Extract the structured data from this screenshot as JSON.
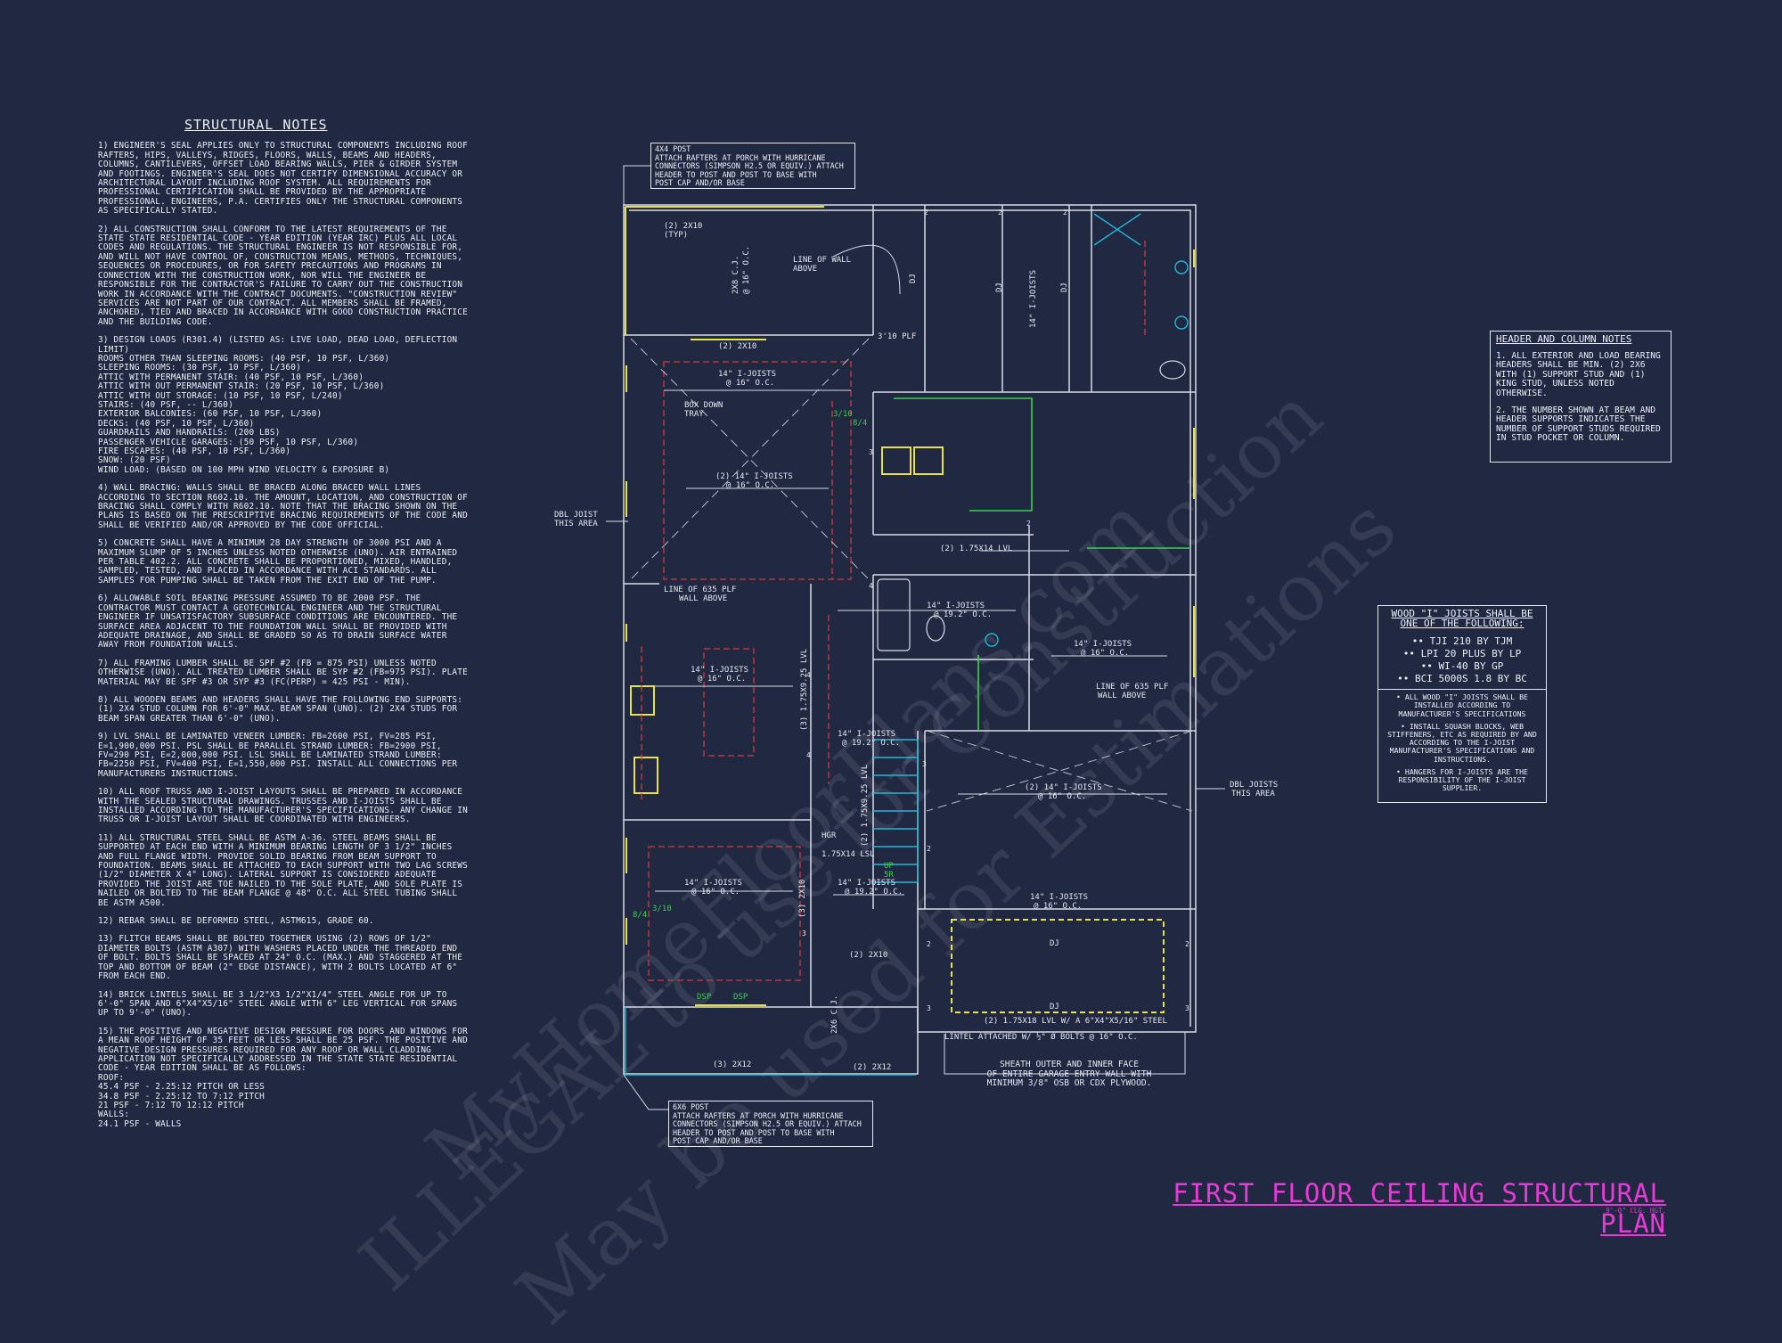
{
  "structural_notes": {
    "heading": "STRUCTURAL NOTES",
    "items": [
      "1) ENGINEER'S SEAL APPLIES ONLY TO STRUCTURAL COMPONENTS INCLUDING ROOF RAFTERS, HIPS, VALLEYS, RIDGES, FLOORS, WALLS, BEAMS AND HEADERS, COLUMNS, CANTILEVERS, OFFSET LOAD BEARING WALLS, PIER & GIRDER SYSTEM AND FOOTINGS. ENGINEER'S SEAL DOES NOT CERTIFY DIMENSIONAL ACCURACY OR ARCHITECTURAL LAYOUT INCLUDING ROOF SYSTEM. ALL REQUIREMENTS FOR PROFESSIONAL CERTIFICATION SHALL BE PROVIDED BY THE APPROPRIATE PROFESSIONAL. ENGINEERS, P.A. CERTIFIES ONLY THE STRUCTURAL COMPONENTS AS SPECIFICALLY STATED.",
      "2) ALL CONSTRUCTION SHALL CONFORM TO THE LATEST REQUIREMENTS OF THE STATE STATE RESIDENTIAL CODE - YEAR EDITION (YEAR IRC) PLUS ALL LOCAL CODES AND REGULATIONS. THE STRUCTURAL ENGINEER IS NOT RESPONSIBLE FOR, AND WILL NOT HAVE CONTROL OF, CONSTRUCTION MEANS, METHODS, TECHNIQUES, SEQUENCES OR PROCEDURES, OR FOR SAFETY PRECAUTIONS AND PROGRAMS IN CONNECTION WITH THE CONSTRUCTION WORK, NOR WILL THE ENGINEER BE RESPONSIBLE FOR THE CONTRACTOR'S FAILURE TO CARRY OUT THE CONSTRUCTION WORK IN ACCORDANCE WITH THE CONTRACT DOCUMENTS. \"CONSTRUCTION REVIEW\" SERVICES ARE NOT PART OF OUR CONTRACT. ALL MEMBERS SHALL BE FRAMED, ANCHORED, TIED AND BRACED IN ACCORDANCE WITH GOOD CONSTRUCTION PRACTICE AND THE BUILDING CODE.",
      "3) DESIGN LOADS (R301.4) (LISTED AS: LIVE LOAD, DEAD LOAD, DEFLECTION LIMIT)\nROOMS OTHER THAN SLEEPING ROOMS: (40 PSF, 10 PSF, L/360)\nSLEEPING ROOMS: (30 PSF, 10 PSF, L/360)\nATTIC WITH PERMANENT STAIR: (40 PSF, 10 PSF, L/360)\nATTIC WITH OUT PERMANENT STAIR: (20 PSF, 10 PSF, L/360)\nATTIC WITH OUT STORAGE: (10 PSF, 10 PSF, L/240)\nSTAIRS: (40 PSF, -- L/360)\nEXTERIOR BALCONIES: (60 PSF, 10 PSF, L/360)\nDECKS: (40 PSF, 10 PSF, L/360)\nGUARDRAILS AND HANDRAILS: (200 LBS)\nPASSENGER VEHICLE GARAGES: (50 PSF, 10 PSF, L/360)\nFIRE ESCAPES: (40 PSF, 10 PSF, L/360)\nSNOW: (20 PSF)\nWIND LOAD: (BASED ON 100 MPH WIND VELOCITY & EXPOSURE B)",
      "4) WALL BRACING: WALLS SHALL BE BRACED ALONG BRACED WALL LINES ACCORDING TO SECTION R602.10. THE AMOUNT, LOCATION, AND CONSTRUCTION OF BRACING SHALL COMPLY WITH R602.10. NOTE THAT THE BRACING SHOWN ON THE PLANS IS BASED ON THE PRESCRIPTIVE BRACING REQUIREMENTS OF THE CODE AND SHALL BE VERIFIED AND/OR APPROVED BY THE CODE OFFICIAL.",
      "5) CONCRETE SHALL HAVE A MINIMUM 28 DAY STRENGTH OF 3000 PSI AND A MAXIMUM SLUMP OF 5 INCHES UNLESS NOTED OTHERWISE (UNO). AIR ENTRAINED PER TABLE 402.2. ALL CONCRETE SHALL BE PROPORTIONED, MIXED, HANDLED, SAMPLED, TESTED, AND PLACED IN ACCORDANCE WITH ACI STANDARDS. ALL SAMPLES FOR PUMPING SHALL BE TAKEN FROM THE EXIT END OF THE PUMP.",
      "6) ALLOWABLE SOIL BEARING PRESSURE ASSUMED TO BE 2000 PSF. THE CONTRACTOR MUST CONTACT A GEOTECHNICAL ENGINEER AND THE STRUCTURAL ENGINEER IF UNSATISFACTORY SUBSURFACE CONDITIONS ARE ENCOUNTERED. THE SURFACE AREA ADJACENT TO THE FOUNDATION WALL SHALL BE PROVIDED WITH ADEQUATE DRAINAGE, AND SHALL BE GRADED SO AS TO DRAIN SURFACE WATER AWAY FROM FOUNDATION WALLS.",
      "7) ALL FRAMING LUMBER SHALL BE SPF #2 (Fb = 875 PSI) UNLESS NOTED OTHERWISE (UNO). ALL TREATED LUMBER SHALL BE SYP #2 (Fb=975 PSI). PLATE MATERIAL MAY BE SPF #3 OR SYP #3 (Fc(perp) = 425 PSI - MIN).",
      "8) ALL WOODEN BEAMS AND HEADERS SHALL HAVE THE FOLLOWING END SUPPORTS: (1) 2x4 STUD COLUMN FOR 6'-0\" MAX. BEAM SPAN (UNO). (2) 2x4 STUDS FOR BEAM SPAN GREATER THAN 6'-0\" (UNO).",
      "9) LVL SHALL BE LAMINATED VENEER LUMBER: Fb=2600 PSI, Fv=285 PSI, E=1,900,000 PSI. PSL SHALL BE PARALLEL STRAND LUMBER: Fb=2900 PSI, Fv=290 PSI, E=2,000,000 PSI. LSL SHALL BE LAMINATED STRAND LUMBER: Fb=2250 PSI, Fv=400 PSI, E=1,550,000 PSI. INSTALL ALL CONNECTIONS PER MANUFACTURERS INSTRUCTIONS.",
      "10) ALL ROOF TRUSS AND I-JOIST LAYOUTS SHALL BE PREPARED IN ACCORDANCE WITH THE SEALED STRUCTURAL DRAWINGS. TRUSSES AND I-JOISTS SHALL BE INSTALLED ACCORDING TO THE MANUFACTURER'S SPECIFICATIONS. ANY CHANGE IN TRUSS OR I-JOIST LAYOUT SHALL BE COORDINATED WITH ENGINEERS.",
      "11) ALL STRUCTURAL STEEL SHALL BE ASTM A-36. STEEL BEAMS SHALL BE SUPPORTED AT EACH END WITH A MINIMUM BEARING LENGTH OF 3 1/2\" INCHES AND FULL FLANGE WIDTH. PROVIDE SOLID BEARING FROM BEAM SUPPORT TO FOUNDATION. BEAMS SHALL BE ATTACHED TO EACH SUPPORT WITH TWO LAG SCREWS (1/2\" DIAMETER x 4\" LONG). LATERAL SUPPORT IS CONSIDERED ADEQUATE PROVIDED THE JOIST ARE TOE NAILED TO THE SOLE PLATE, AND SOLE PLATE IS NAILED OR BOLTED TO THE BEAM FLANGE @ 48\" O.C. ALL STEEL TUBING SHALL BE ASTM A500.",
      "12) REBAR SHALL BE DEFORMED STEEL, ASTM615, GRADE 60.",
      "13) FLITCH BEAMS SHALL BE BOLTED TOGETHER USING (2) ROWS OF 1/2\" DIAMETER BOLTS (ASTM A307) WITH WASHERS PLACED UNDER THE THREADED END OF BOLT. BOLTS SHALL BE SPACED AT 24\" O.C. (MAX.) AND STAGGERED AT THE TOP AND BOTTOM OF BEAM (2\" EDGE DISTANCE), WITH 2 BOLTS LOCATED AT 6\" FROM EACH END.",
      "14) BRICK LINTELS SHALL BE 3 1/2\"x3 1/2\"x1/4\" STEEL ANGLE FOR UP TO 6'-0\" SPAN AND 6\"x4\"x5/16\" STEEL ANGLE WITH 6\" LEG VERTICAL FOR SPANS UP TO 9'-0\" (UNO).",
      "15) THE POSITIVE AND NEGATIVE DESIGN PRESSURE FOR DOORS AND WINDOWS FOR A MEAN ROOF HEIGHT OF 35 FEET OR LESS SHALL BE 25 PSF. THE POSITIVE AND NEGATIVE DESIGN PRESSURES REQUIRED FOR ANY ROOF OR WALL CLADDING APPLICATION NOT SPECIFICALLY ADDRESSED IN THE STATE STATE RESIDENTIAL CODE - YEAR EDITION SHALL BE AS FOLLOWS:\nROOF:\n45.4 PSF - 2.25:12 PITCH OR LESS\n34.8 PSF - 2.25:12 TO 7:12 PITCH\n21 PSF - 7:12 TO 12:12 PITCH\nWALLS:\n24.1 PSF - WALLS"
    ]
  },
  "header_notes": {
    "heading": "HEADER AND COLUMN NOTES",
    "items": [
      "1. ALL EXTERIOR AND LOAD BEARING HEADERS SHALL BE MIN. (2) 2x6 WITH (1) SUPPORT STUD AND (1) KING STUD, UNLESS NOTED OTHERWISE.",
      "2. THE NUMBER SHOWN AT BEAM AND HEADER SUPPORTS INDICATES THE NUMBER OF SUPPORT STUDS REQUIRED IN STUD POCKET OR COLUMN."
    ]
  },
  "joist_notes": {
    "heading": "WOOD \"I\" JOISTS SHALL BE ONE OF THE FOLLOWING:",
    "options": [
      "•• TJI 210 BY TJM",
      "•• LPI 20 PLUS BY LP",
      "•• WI-40 BY GP",
      "•• BCI 5000s 1.8 BY BC"
    ],
    "items": [
      "• ALL WOOD \"I\" JOISTS SHALL BE INSTALLED ACCORDING TO MANUFACTURER'S SPECIFICATIONS",
      "• INSTALL SQUASH BLOCKS, WEB STIFFENERS, ETC AS REQUIRED BY AND ACCORDING TO THE I-JOIST MANUFACTURER'S SPECIFICATIONS AND INSTRUCTIONS.",
      "• HANGERS FOR I-JOISTS ARE THE RESPONSIBILITY OF THE I-JOIST SUPPLIER."
    ]
  },
  "callouts": {
    "post_top": "4x4 POST\nATTACH RAFTERS AT PORCH WITH HURRICANE\nCONNECTORS (SIMPSON H2.5 OR EQUIV.) ATTACH\nHEADER TO POST AND POST TO BASE WITH\nPOST CAP AND/OR BASE",
    "post_bottom": "6x6 POST\nATTACH RAFTERS AT PORCH WITH HURRICANE\nCONNECTORS (SIMPSON H2.5 OR EQUIV.) ATTACH\nHEADER TO POST AND POST TO BASE WITH\nPOST CAP AND/OR BASE",
    "sheath": "SHEATH OUTER AND INNER FACE\nOF ENTIRE GARAGE ENTRY WALL WITH\nMINIMUM 3/8\" OSB OR CDX PLYWOOD."
  },
  "plan_labels": {
    "typ_2x10": "(2) 2x10",
    "typ": "(TYP)",
    "line_wall_above_1": "LINE OF WALL",
    "line_wall_above_2": "ABOVE",
    "ceiling_2x8": "2x8 C.J.",
    "ceiling_2x8_oc": "@ 16\" O.C.",
    "plf_310": "3'10 PLF",
    "dj": "DJ",
    "joists_14_16": "14\" I-JOISTS",
    "oc_16": "@ 16\" O.C.",
    "oc_192": "@ 19.2\" O.C.",
    "two_joists_14": "(2) 14\" I-JOISTS",
    "box_down_1": "BOX DOWN",
    "box_down_2": "TRAY",
    "dbl_joist_1": "DBL JOIST",
    "dbl_joist_2": "THIS AREA",
    "dbl_joists_1": "DBL JOISTS",
    "dbl_joists_2": "THIS AREA",
    "line_635_1": "LINE OF 635 PLF",
    "line_635_2": "WALL ABOVE",
    "lvl_175x14": "(2) 1.75x14 LVL",
    "lvl_175x925": "(3) 1.75x9.25 LVL",
    "lvl_175x925_2": "(2) 1.75x9.25 LVL",
    "hgr": "HGR",
    "lsl": "1.75x14 LSL",
    "up": "UP",
    "num_5r": "5R",
    "num_3_10": "3/10",
    "num_8_4": "8/4",
    "dsp": "DSP",
    "num_2x10": "(2) 2x10",
    "num_2x12": "(2) 2x12",
    "num_3_2x12": "(3) 2x12",
    "num_2x6": "2x6 C.J.",
    "num_3_2x10": "(3) 2x10",
    "joists_14_16b": "14\" I-JOISTS",
    "lvl_garage": "(2) 1.75x18 LVL w/ A 6\"x4\"x5/16\" STEEL",
    "lintel": "LINTEL ATTACHED w/ ½\" Ø BOLTS @ 16\" O.C.",
    "n2": "2",
    "n3": "3",
    "n4": "4"
  },
  "title": "FIRST FLOOR CEILING STRUCTURAL PLAN",
  "subtitle": "9'-0\" CLG. HGT.",
  "watermark": {
    "line1": "MyHomeFloorPlans.com",
    "line2": "ILLEGAL to use for Construction",
    "line3": "May be used for Estimations"
  },
  "colors": {
    "background": "#202842",
    "line": "#d9dce6",
    "title": "#e83ad6",
    "yellow": "#e8e23a",
    "red_dashed": "#d23a3a",
    "green": "#3ad24a",
    "cyan": "#22b8d6"
  }
}
